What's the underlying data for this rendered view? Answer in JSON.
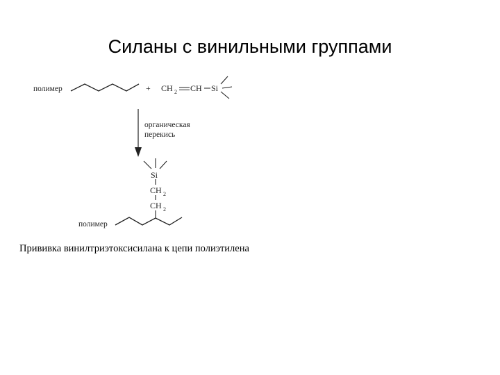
{
  "slide": {
    "title": "Силаны с винильными группами",
    "caption": "Прививка винилтриэтоксисилана к цепи полиэтилена"
  },
  "scheme": {
    "polymer_label": "полимер",
    "plus": "+",
    "vinyl_ch2": "CH",
    "vinyl_ch2_sub": "2",
    "vinyl_ch": "CH",
    "si": "Si",
    "reagent_line1": "органическая",
    "reagent_line2": "перекись",
    "product_si": "Si",
    "product_ch2_a": "CH",
    "product_ch2_a_sub": "2",
    "product_ch2_b": "CH",
    "product_ch2_b_sub": "2",
    "product_polymer_label": "полимер"
  }
}
